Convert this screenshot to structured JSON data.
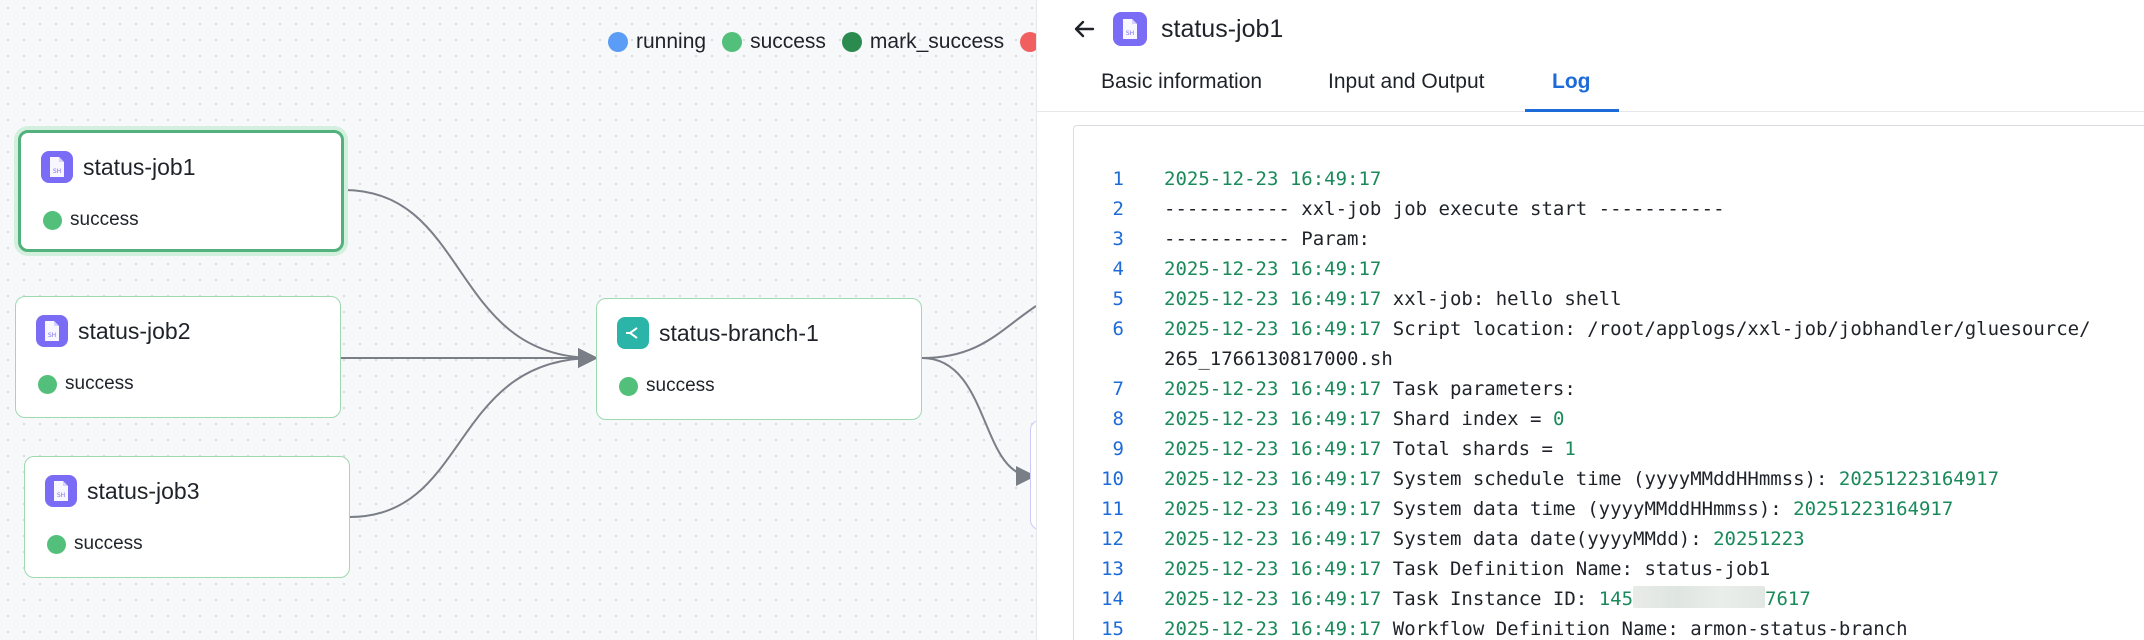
{
  "legend": [
    {
      "label": "running",
      "color": "#5b9cf6"
    },
    {
      "label": "success",
      "color": "#52c07a"
    },
    {
      "label": "mark_success",
      "color": "#2b8a4e"
    }
  ],
  "nodes": [
    {
      "id": "job1",
      "title": "status-job1",
      "status": "success",
      "icon": "shell-script-icon",
      "selected": true
    },
    {
      "id": "job2",
      "title": "status-job2",
      "status": "success",
      "icon": "shell-script-icon"
    },
    {
      "id": "job3",
      "title": "status-job3",
      "status": "success",
      "icon": "shell-script-icon"
    },
    {
      "id": "branch1",
      "title": "status-branch-1",
      "status": "success",
      "icon": "branch-icon"
    }
  ],
  "panel": {
    "title": "status-job1",
    "back_icon": "arrow-left-icon",
    "tabs": [
      {
        "label": "Basic information",
        "active": false
      },
      {
        "label": "Input and Output",
        "active": false
      },
      {
        "label": "Log",
        "active": true
      }
    ],
    "log": [
      {
        "no": "1",
        "ts": "2025-12-23 16:49:17",
        "text": ""
      },
      {
        "no": "2",
        "ts": "",
        "text": "----------- xxl-job job execute start -----------"
      },
      {
        "no": "3",
        "ts": "",
        "text": "----------- Param:"
      },
      {
        "no": "4",
        "ts": "2025-12-23 16:49:17",
        "text": ""
      },
      {
        "no": "5",
        "ts": "2025-12-23 16:49:17",
        "text": " xxl-job: hello shell"
      },
      {
        "no": "6",
        "ts": "2025-12-23 16:49:17",
        "text": " Script location: /root/applogs/xxl-job/jobhandler/gluesource/",
        "cont": "265_1766130817000.sh"
      },
      {
        "no": "7",
        "ts": "2025-12-23 16:49:17",
        "text": " Task parameters:"
      },
      {
        "no": "8",
        "ts": "2025-12-23 16:49:17",
        "text": " Shard index = ",
        "num": "0"
      },
      {
        "no": "9",
        "ts": "2025-12-23 16:49:17",
        "text": " Total shards = ",
        "num": "1"
      },
      {
        "no": "10",
        "ts": "2025-12-23 16:49:17",
        "text": " System schedule time (yyyyMMddHHmmss): ",
        "num": "20251223164917"
      },
      {
        "no": "11",
        "ts": "2025-12-23 16:49:17",
        "text": " System data time (yyyyMMddHHmmss): ",
        "num": "20251223164917"
      },
      {
        "no": "12",
        "ts": "2025-12-23 16:49:17",
        "text": " System data date(yyyyMMdd): ",
        "num": "20251223"
      },
      {
        "no": "13",
        "ts": "2025-12-23 16:49:17",
        "text": " Task Definition Name: status-job1"
      },
      {
        "no": "14",
        "ts": "2025-12-23 16:49:17",
        "text": " Task Instance ID: ",
        "num": "145",
        "redacted": true,
        "num2": "7617"
      },
      {
        "no": "15",
        "ts": "2025-12-23 16:49:17",
        "text": " Workflow Definition Name: armon-status-branch"
      }
    ]
  }
}
